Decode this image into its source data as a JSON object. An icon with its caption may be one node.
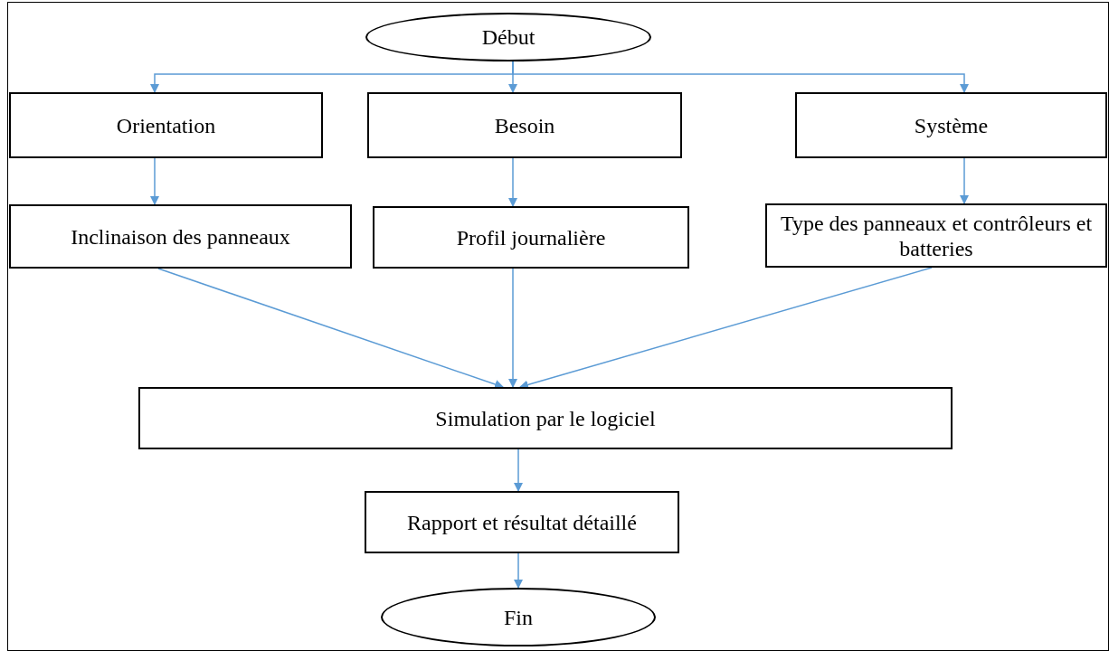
{
  "diagram": {
    "nodes": [
      {
        "text": [
          "Début"
        ]
      },
      {
        "text": [
          "Orientation"
        ]
      },
      {
        "text": [
          "Besoin"
        ]
      },
      {
        "text": [
          "Système"
        ]
      },
      {
        "text": [
          "Inclinaison des panneaux"
        ]
      },
      {
        "text": [
          "Profil journalière"
        ]
      },
      {
        "text": [
          "Type des panneaux et contrôleurs et batteries"
        ]
      },
      {
        "text": [
          "Simulation par le logiciel"
        ]
      },
      {
        "text": [
          "Rapport et résultat détaillé"
        ]
      },
      {
        "text": [
          "Fin"
        ]
      }
    ],
    "edges": [
      {
        "from": 0,
        "to": 1,
        "arrow": "to"
      },
      {
        "from": 0,
        "to": 2,
        "arrow": "to"
      },
      {
        "from": 0,
        "to": 3,
        "arrow": "to"
      },
      {
        "from": 1,
        "to": 4,
        "arrow": "to"
      },
      {
        "from": 2,
        "to": 5,
        "arrow": "to"
      },
      {
        "from": 3,
        "to": 6,
        "arrow": "to"
      },
      {
        "from": 4,
        "to": 7,
        "arrow": "to"
      },
      {
        "from": 5,
        "to": 7,
        "arrow": "to"
      },
      {
        "from": 6,
        "to": 7,
        "arrow": "to"
      },
      {
        "from": 7,
        "to": 8,
        "arrow": "to"
      },
      {
        "from": 8,
        "to": 9,
        "arrow": "to"
      }
    ]
  }
}
